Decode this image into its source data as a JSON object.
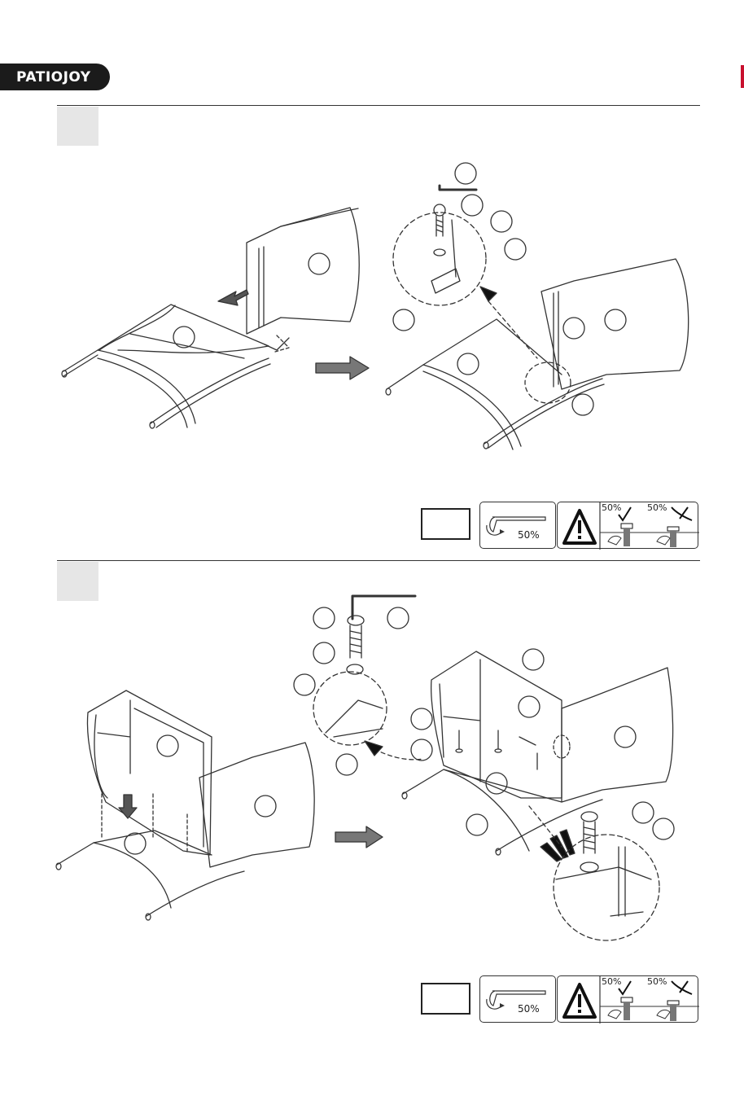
{
  "header": {
    "brand": "PATIOJOY"
  },
  "steps": [
    {
      "torque": {
        "percent": "50%"
      },
      "warning": {
        "ok_percent": "50%",
        "bad_percent": "50%"
      }
    },
    {
      "torque": {
        "percent": "50%"
      },
      "warning": {
        "ok_percent": "50%",
        "bad_percent": "50%"
      }
    }
  ],
  "icons": {
    "allen-key": "allen-key-icon",
    "warning": "warning-triangle-icon",
    "check": "check-mark-icon",
    "cross": "cross-mark-icon"
  },
  "colors": {
    "logo_bg": "#1b1b1b",
    "step_box": "#e6e6e6",
    "edge_mark": "#c8102e"
  }
}
